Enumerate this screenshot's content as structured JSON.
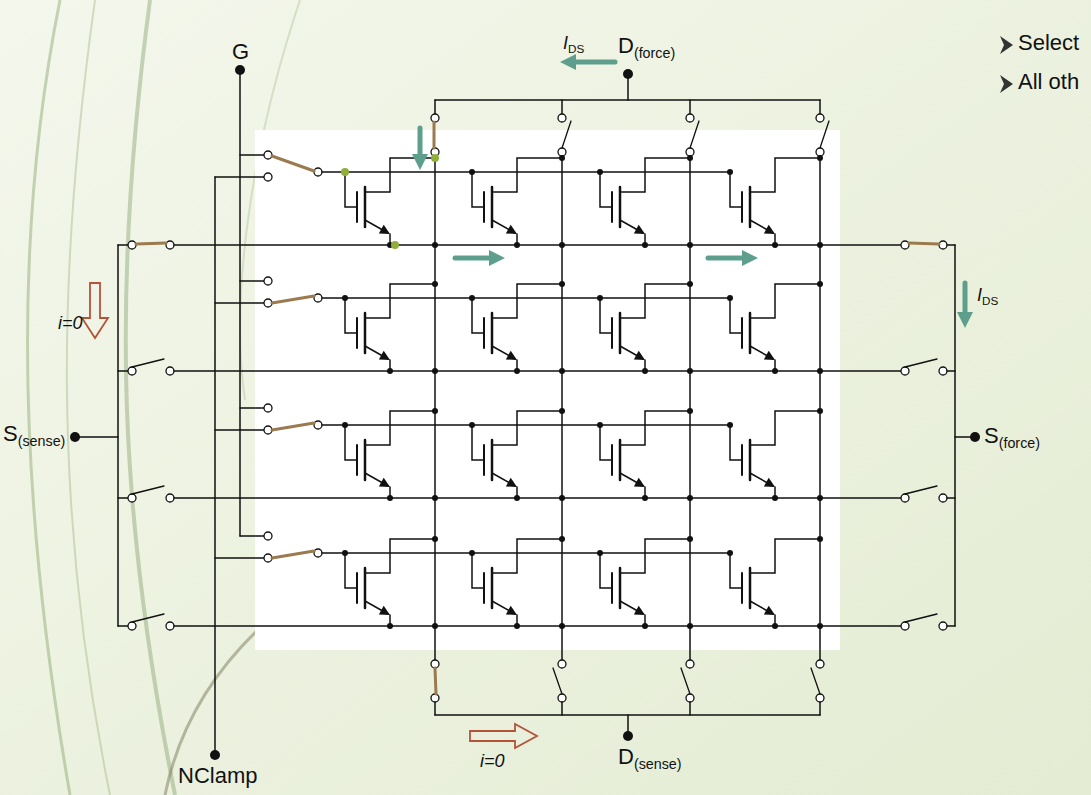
{
  "diagram": {
    "labels": [
      "Select",
      "All oth",
      "G",
      "D",
      "(force)",
      "I",
      "DS",
      "I",
      "DS",
      "i=0",
      "S",
      "(sense)",
      "S",
      "(force)",
      "NClamp",
      "i=0",
      "D",
      "(sense)"
    ]
  }
}
